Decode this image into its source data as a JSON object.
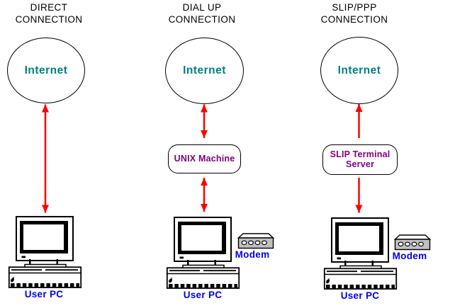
{
  "diagram": {
    "background": "#FFFFFF",
    "colors": {
      "arrow": "#FF0000",
      "internet_text": "#008080",
      "server_text": "#800080",
      "device_text": "#0000F0",
      "outline": "#000000",
      "modem_body": "#C0C0C0"
    },
    "columns": [
      {
        "id": "direct",
        "title": "DIRECT\nCONNECTION",
        "internet_label": "Internet",
        "pc_label": "User PC"
      },
      {
        "id": "dial-up",
        "title": "DIAL UP\nCONNECTION",
        "internet_label": "Internet",
        "server_label": "UNIX Machine",
        "pc_label": "User PC",
        "modem_label": "Modem"
      },
      {
        "id": "slip-ppp",
        "title": "SLIP/PPP\nCONNECTION",
        "internet_label": "Internet",
        "server_label": "SLIP Terminal\nServer",
        "pc_label": "User PC",
        "modem_label": "Modem"
      }
    ]
  }
}
